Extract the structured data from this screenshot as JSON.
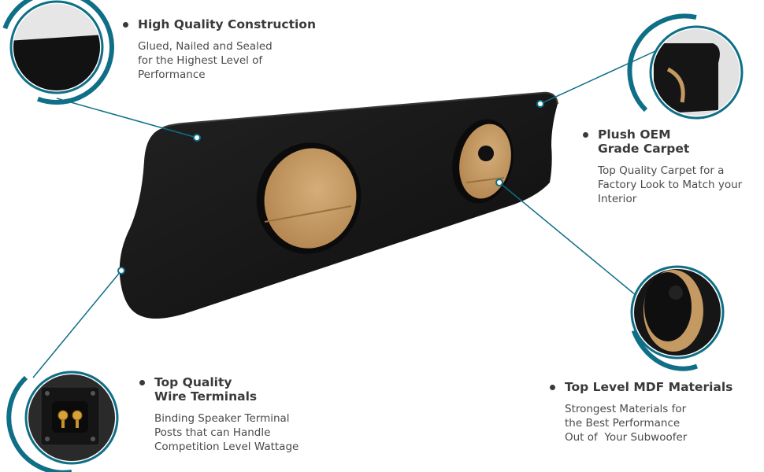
{
  "features": [
    {
      "title_lines": [
        "High Quality Construction"
      ],
      "desc_lines": [
        "Glued, Nailed and Sealed",
        "for the Highest Level of",
        "Performance"
      ]
    },
    {
      "title_lines": [
        "Plush OEM",
        "Grade Carpet"
      ],
      "desc_lines": [
        "Top Quality Carpet for a",
        "Factory Look to Match your",
        "Interior"
      ]
    },
    {
      "title_lines": [
        "Top Quality",
        "Wire Terminals"
      ],
      "desc_lines": [
        "Binding Speaker Terminal",
        "Posts that can Handle",
        "Competition Level Wattage"
      ]
    },
    {
      "title_lines": [
        "Top Level MDF Materials"
      ],
      "desc_lines": [
        "Strongest Materials for",
        "the Best Performance",
        "Out of  Your Subwoofer"
      ]
    }
  ],
  "colors": {
    "accent": "#0f6f86",
    "carpet": "#161616",
    "mdf": "#c49a62",
    "zoom_bg": "#d9d9d9"
  }
}
